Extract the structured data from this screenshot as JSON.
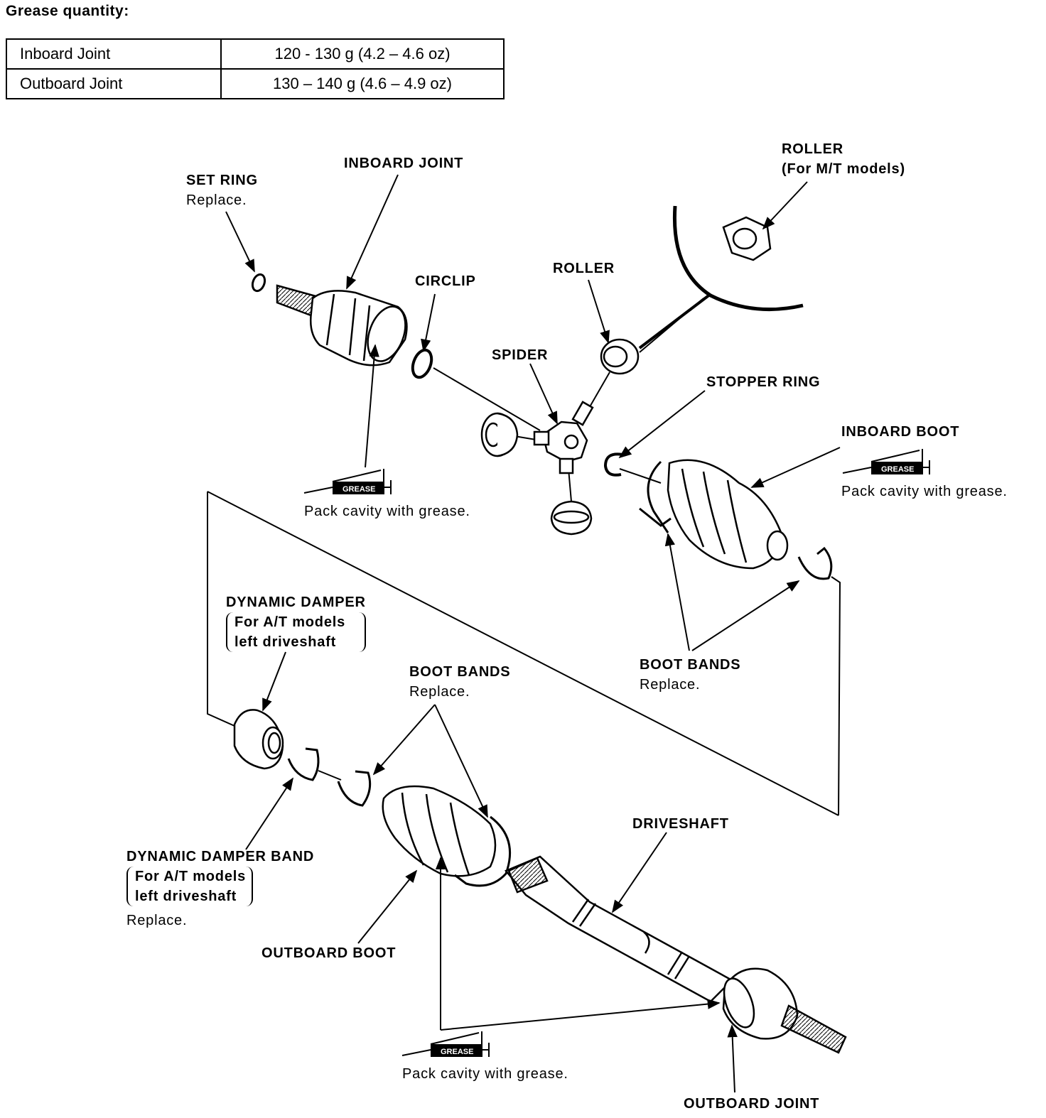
{
  "heading": "Grease quantity:",
  "grease_table": [
    {
      "joint": "Inboard Joint",
      "amount": "120 - 130 g (4.2 – 4.6 oz)"
    },
    {
      "joint": "Outboard Joint",
      "amount": "130 – 140 g (4.6 – 4.9 oz)"
    }
  ],
  "labels": {
    "set_ring": {
      "title": "SET RING",
      "note": "Replace."
    },
    "inboard_joint": {
      "title": "INBOARD JOINT"
    },
    "roller_mt": {
      "title": "ROLLER",
      "note": "(For M/T models)"
    },
    "circlip": {
      "title": "CIRCLIP"
    },
    "roller": {
      "title": "ROLLER"
    },
    "spider": {
      "title": "SPIDER"
    },
    "stopper_ring": {
      "title": "STOPPER RING"
    },
    "inboard_boot": {
      "title": "INBOARD BOOT"
    },
    "boot_bands_inboard": {
      "title": "BOOT BANDS",
      "note": "Replace."
    },
    "dynamic_damper": {
      "title": "DYNAMIC DAMPER",
      "line1": "For A/T models",
      "line2": "left driveshaft"
    },
    "boot_bands_outboard": {
      "title": "BOOT BANDS",
      "note": "Replace."
    },
    "driveshaft": {
      "title": "DRIVESHAFT"
    },
    "dynamic_damper_band": {
      "title": "DYNAMIC DAMPER BAND",
      "line1": "For A/T models",
      "line2": "left driveshaft",
      "note": "Replace."
    },
    "outboard_boot": {
      "title": "OUTBOARD BOOT"
    },
    "outboard_joint": {
      "title": "OUTBOARD JOINT"
    }
  },
  "grease_gun_label": "GREASE",
  "grease_notes": {
    "inboard_joint": "Pack cavity with grease.",
    "inboard_boot": "Pack cavity with grease.",
    "outboard": "Pack cavity with grease."
  },
  "colors": {
    "ink": "#000000",
    "paper": "#ffffff"
  }
}
